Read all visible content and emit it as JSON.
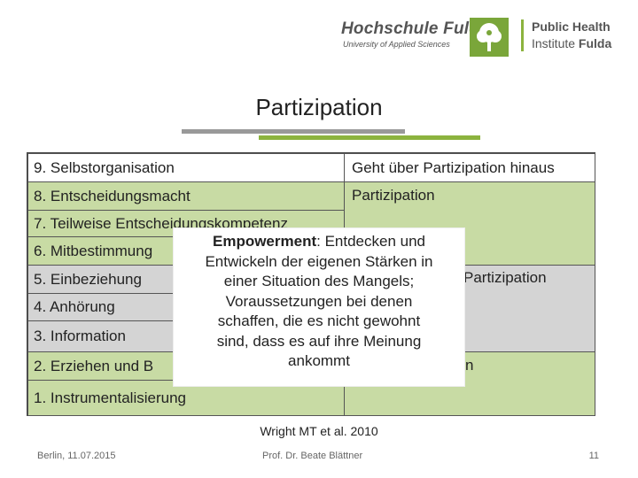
{
  "header": {
    "university_name": "Hochschule Fulda",
    "university_subtitle": "University of Applied Sciences",
    "institute_line1": "Public Health",
    "institute_line2_a": "Institute",
    "institute_line2_b": "Fulda"
  },
  "title": "Partizipation",
  "table": {
    "left_rows": [
      "9. Selbstorganisation",
      "8. Entscheidungsmacht",
      "7. Teilweise Entscheidungskompetenz",
      "6. Mitbestimmung",
      "5. Einbeziehung",
      "4. Anhörung",
      "3. Information",
      "2. Erziehen und B",
      "1. Instrumentalisierung"
    ],
    "right_groups": [
      "Geht über Partizipation hinaus",
      "Partizipation",
      "Partizipation",
      "tion",
      ""
    ]
  },
  "overlay": {
    "bold": "Empowerment",
    "line1_rest": ": Entdecken und",
    "line2": "Entwickeln der eigenen Stärken in",
    "line3": "einer Situation des Mangels;",
    "line4": "Voraussetzungen bei denen",
    "line5": "schaffen, die es nicht gewohnt",
    "line6": "sind, dass es auf ihre Meinung",
    "line7": "ankommt"
  },
  "citation": "Wright MT et al. 2010",
  "footer": {
    "place_date": "Berlin, 11.07.2015",
    "author": "Prof. Dr. Beate  Blättner",
    "page": "11"
  },
  "colors": {
    "green_accent": "#8cb33e",
    "green_cell": "#c8dba4",
    "grey_cell": "#d4d4d4",
    "grey_line": "#999999"
  },
  "icons": [
    "tree-logo-icon"
  ]
}
